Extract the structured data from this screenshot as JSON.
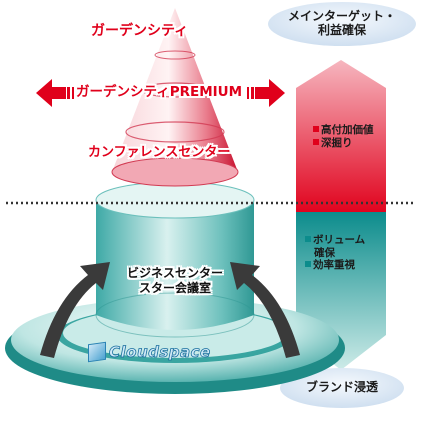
{
  "diagram": {
    "top_label": "ガーデンシティ",
    "premium_label": "ガーデンシティPREMIUM",
    "conference_label": "カンファレンスセンター",
    "business_label_line1": "ビジネスセンター",
    "business_label_line2": "スター会議室",
    "cloudspace_label": "Cloudspace",
    "right_top_oval_line1": "メインターゲット・",
    "right_top_oval_line2": "利益確保",
    "right_bottom_oval": "ブランド浸透",
    "red_bullets": [
      "高付加価値",
      "深掘り"
    ],
    "teal_bullets_line1": "ボリューム",
    "teal_bullets_line2": "確保",
    "teal_bullets_3": "効率重視",
    "colors": {
      "red_primary": "#e0001b",
      "red_light": "#f6b6bf",
      "teal_primary": "#0c8c8c",
      "teal_light": "#bfe6e3",
      "oval_bg": "#dce8f4"
    }
  }
}
